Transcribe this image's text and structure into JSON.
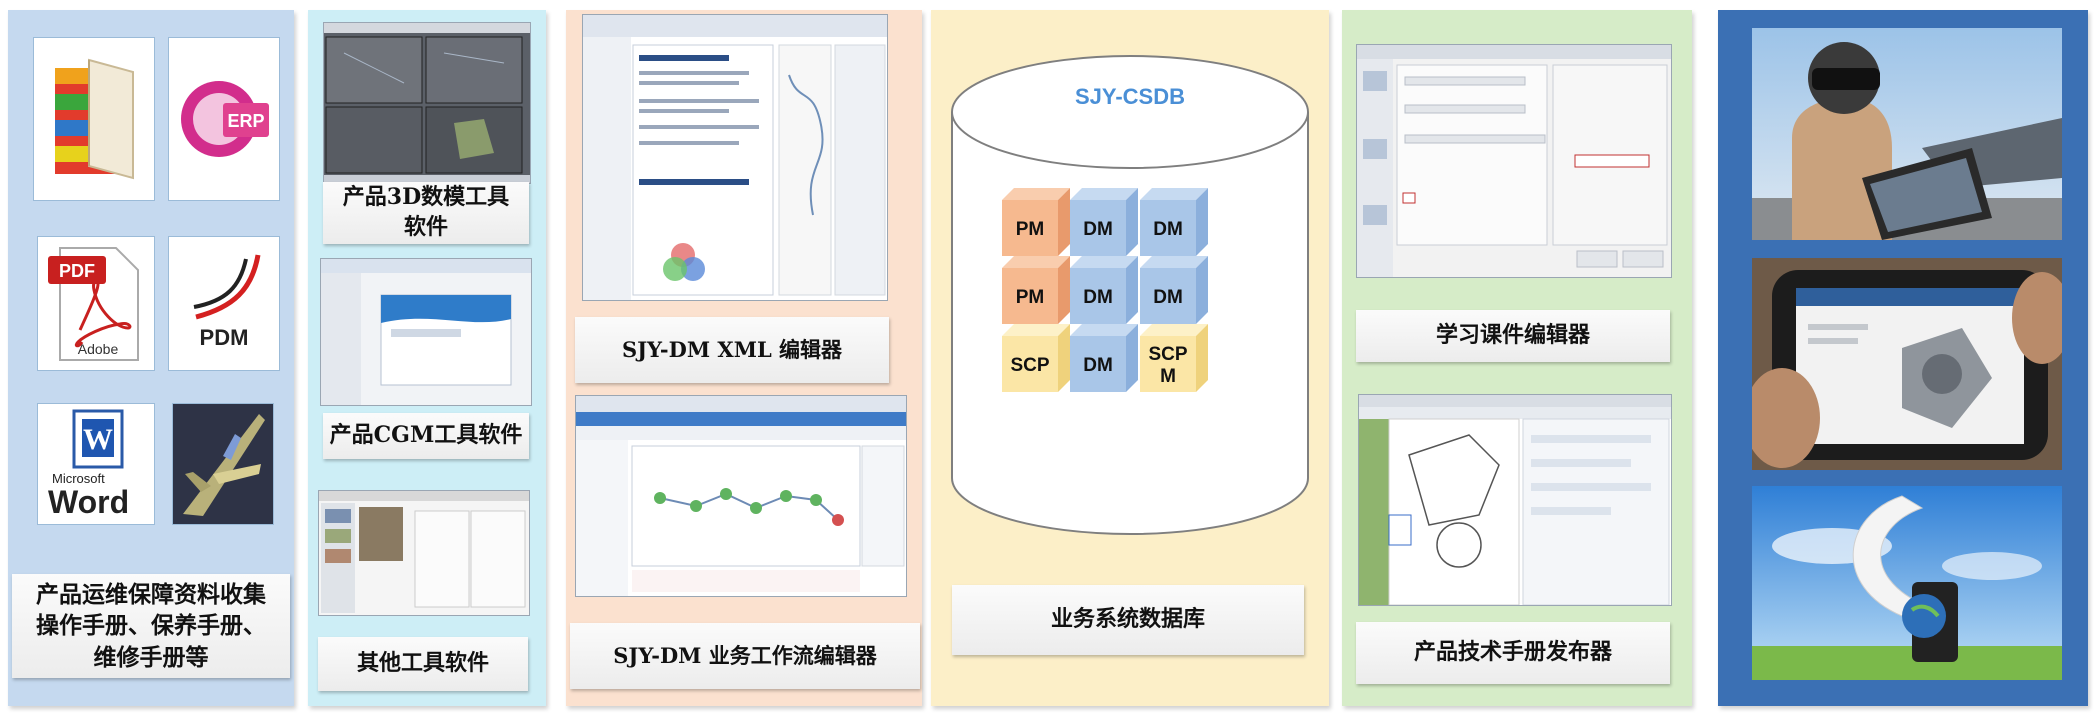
{
  "panels": {
    "p1": {
      "bg": "#c5d9ef",
      "caption_lines": [
        "产品运维保障资料收集",
        "操作手册、保养手册、",
        "维修手册等"
      ]
    },
    "p2": {
      "bg": "#cdeef6",
      "labels": [
        "产品3D数模工具",
        "软件",
        "产品CGM工具软件",
        "其他工具软件"
      ]
    },
    "p3": {
      "bg": "#fbe1cf",
      "labels": [
        "SJY-DM XML 编辑器",
        "SJY-DM 业务工作流编辑器"
      ]
    },
    "p4": {
      "bg": "#fcefc8",
      "db_title": "SJY-CSDB",
      "label": "业务系统数据库"
    },
    "p5": {
      "bg": "#d6ecc8",
      "labels": [
        "学习课件编辑器",
        "产品技术手册发布器"
      ]
    },
    "p6": {
      "bg": "#3b70b4"
    }
  },
  "icons": {
    "erp": "ERP",
    "pdf": "PDF",
    "adobe": "Adobe",
    "pdm": "PDM",
    "word_ms": "Microsoft",
    "word": "Word",
    "word_w": "W"
  },
  "cubes": [
    {
      "label": "PM",
      "kind": "pm"
    },
    {
      "label": "DM",
      "kind": "dm"
    },
    {
      "label": "DM",
      "kind": "dm"
    },
    {
      "label": "PM",
      "kind": "pm"
    },
    {
      "label": "DM",
      "kind": "dm"
    },
    {
      "label": "DM",
      "kind": "dm"
    },
    {
      "label": "SCP",
      "kind": "scp"
    },
    {
      "label": "DM",
      "kind": "dm"
    },
    {
      "label": "SCP M",
      "kind": "scp"
    }
  ],
  "cube_colors": {
    "pm": [
      "#f6b98f",
      "#f9cdae",
      "#e89a6c"
    ],
    "dm": [
      "#a9c6e8",
      "#c6daf1",
      "#8bafdc"
    ],
    "scp": [
      "#fbe6a6",
      "#fdf1c8",
      "#efd27c"
    ]
  },
  "colors": {
    "db_title": "#4a8fd6",
    "db_outline": "#7f7f7f"
  }
}
